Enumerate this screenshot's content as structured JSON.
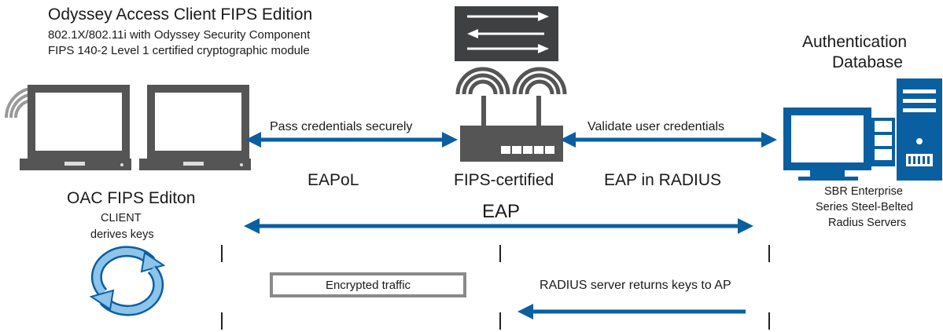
{
  "header": {
    "title": "Odyssey Access Client FIPS Edition",
    "line1": "802.1X/802.11i with Odyssey Security Component",
    "line2": "FIPS 140-2 Level 1 certified cryptographic module"
  },
  "auth_db": {
    "line1": "Authentication",
    "line2": "Database"
  },
  "client": {
    "name": "OAC FIPS Editon",
    "line1": "CLIENT",
    "line2": "derives keys"
  },
  "access_point": {
    "name": "FIPS-certified"
  },
  "server": {
    "line1": "SBR Enterprise",
    "line2": "Series Steel-Belted",
    "line3": "Radius Servers"
  },
  "links": {
    "pass_credentials": "Pass credentials securely",
    "validate_credentials": "Validate user credentials",
    "eapol": "EAPoL",
    "eap_in_radius": "EAP in RADIUS",
    "eap": "EAP",
    "encrypted_traffic": "Encrypted traffic",
    "radius_returns_keys": "RADIUS server returns keys to AP"
  },
  "colors": {
    "arrow": "#0a5fa0",
    "device_gray": "#555555",
    "server_blue": "#0a5fa0",
    "switch_bg": "#3e4042",
    "cycle_light": "#8cc4ea",
    "cycle_dark": "#0a5fa0"
  },
  "icons": [
    "wifi-icon",
    "laptop-icon",
    "switch-icon",
    "router-icon",
    "monitor-icon",
    "server-tower-icon",
    "sync-cycle-icon"
  ]
}
